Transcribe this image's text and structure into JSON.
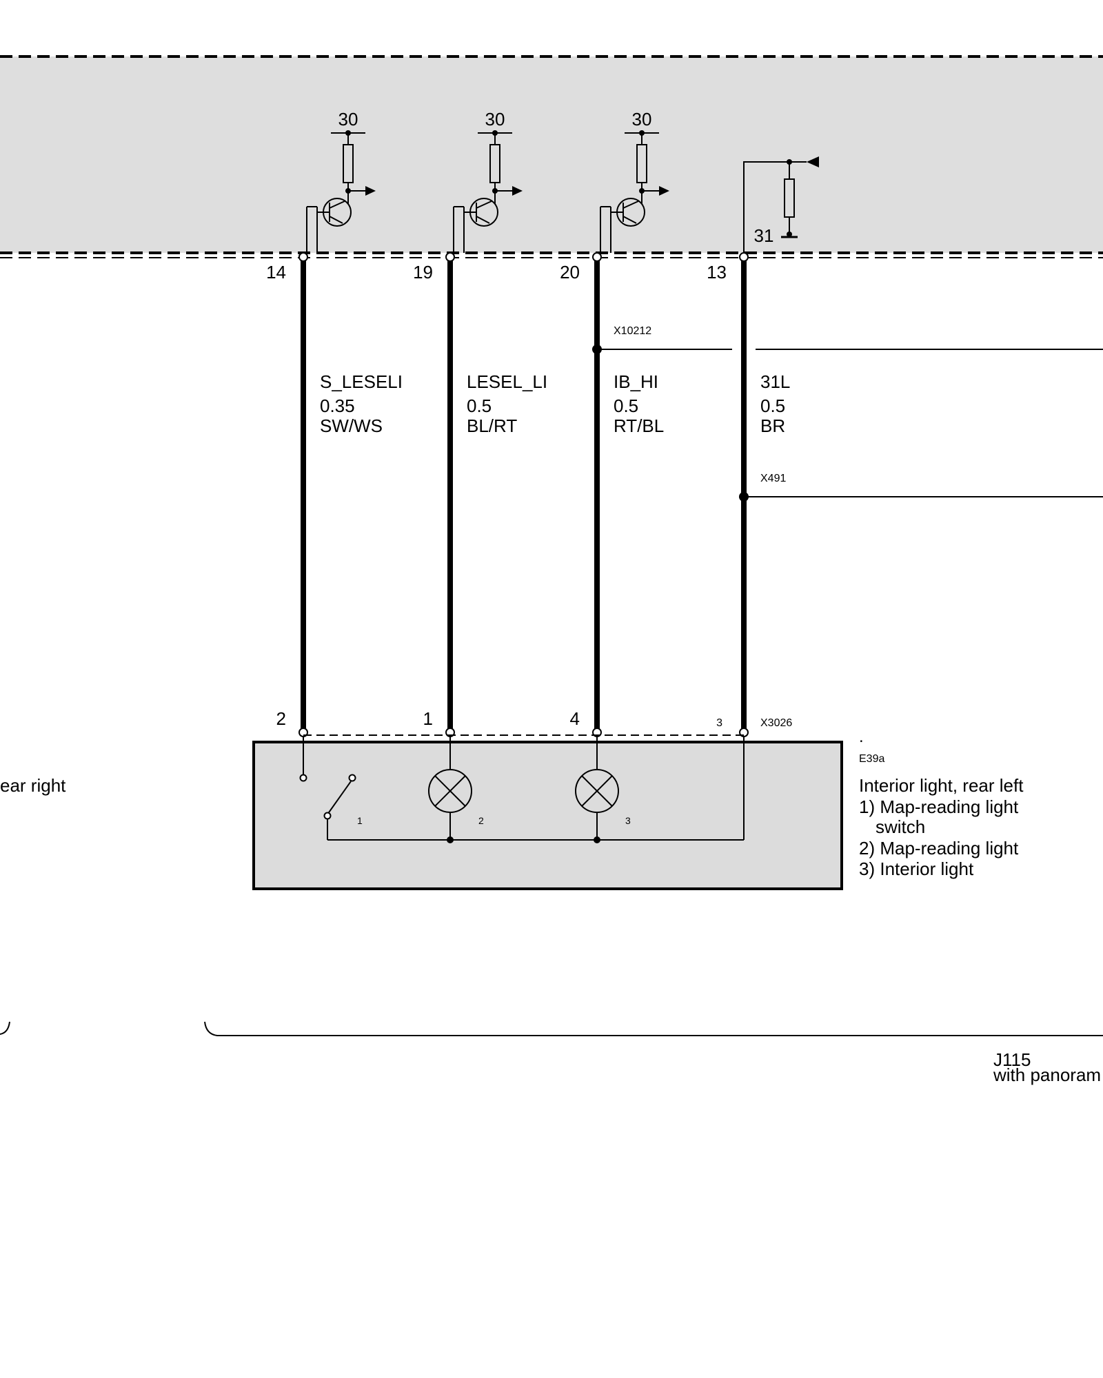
{
  "supply_labels": [
    "30",
    "30",
    "30"
  ],
  "ground_label": "31",
  "wires": [
    {
      "top_pin": "14",
      "bottom_pin": "2",
      "signal": "S_LESELI",
      "gauge": "0.35",
      "color": "SW/WS"
    },
    {
      "top_pin": "19",
      "bottom_pin": "1",
      "signal": "LESEL_LI",
      "gauge": "0.5",
      "color": "BL/RT"
    },
    {
      "top_pin": "20",
      "bottom_pin": "4",
      "signal": "IB_HI",
      "gauge": "0.5",
      "color": "RT/BL"
    },
    {
      "top_pin": "13",
      "bottom_pin": "3",
      "signal": "31L",
      "gauge": "0.5",
      "color": "BR"
    }
  ],
  "splices": [
    "X10212",
    "X491"
  ],
  "connector": "X3026",
  "component": {
    "dot": ".",
    "id": "E39a",
    "title": "Interior light, rear left",
    "items": [
      "1) Map-reading light",
      "switch",
      "2) Map-reading light",
      "3) Interior light"
    ],
    "element_numbers": [
      "1",
      "2",
      "3"
    ]
  },
  "left_label": "ear right",
  "footer": {
    "code": "J115",
    "note": "with panoram"
  },
  "colors": {
    "module_fill": "#dedede",
    "component_fill": "#dcdcdc",
    "line": "#000000"
  }
}
